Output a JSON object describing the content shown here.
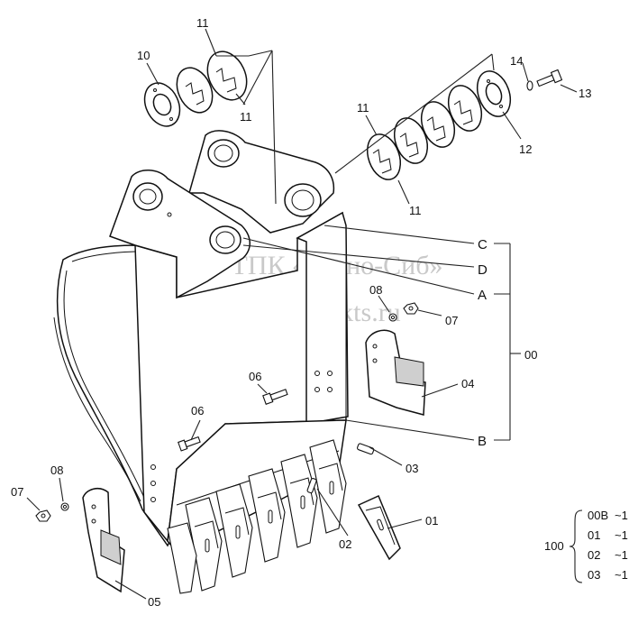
{
  "watermark": {
    "line1": "ТПК «Техно-Сиб»",
    "line2": "www.tpkts.ru"
  },
  "callouts": {
    "p10": "10",
    "p11a": "11",
    "p11b": "11",
    "p11c": "11",
    "p11d": "11",
    "p12": "12",
    "p13": "13",
    "p14": "14",
    "p00": "00",
    "p01": "01",
    "p02": "02",
    "p03": "03",
    "p04": "04",
    "p05": "05",
    "p06a": "06",
    "p06b": "06",
    "p07a": "07",
    "p07b": "07",
    "p08a": "08",
    "p08b": "08"
  },
  "letters": {
    "c": "C",
    "d": "D",
    "a": "A",
    "b": "B"
  },
  "kit": {
    "label": "100",
    "items": [
      {
        "code": "00B",
        "qty": "~1"
      },
      {
        "code": "01",
        "qty": "~1"
      },
      {
        "code": "02",
        "qty": "~1"
      },
      {
        "code": "03",
        "qty": "~1"
      }
    ]
  }
}
